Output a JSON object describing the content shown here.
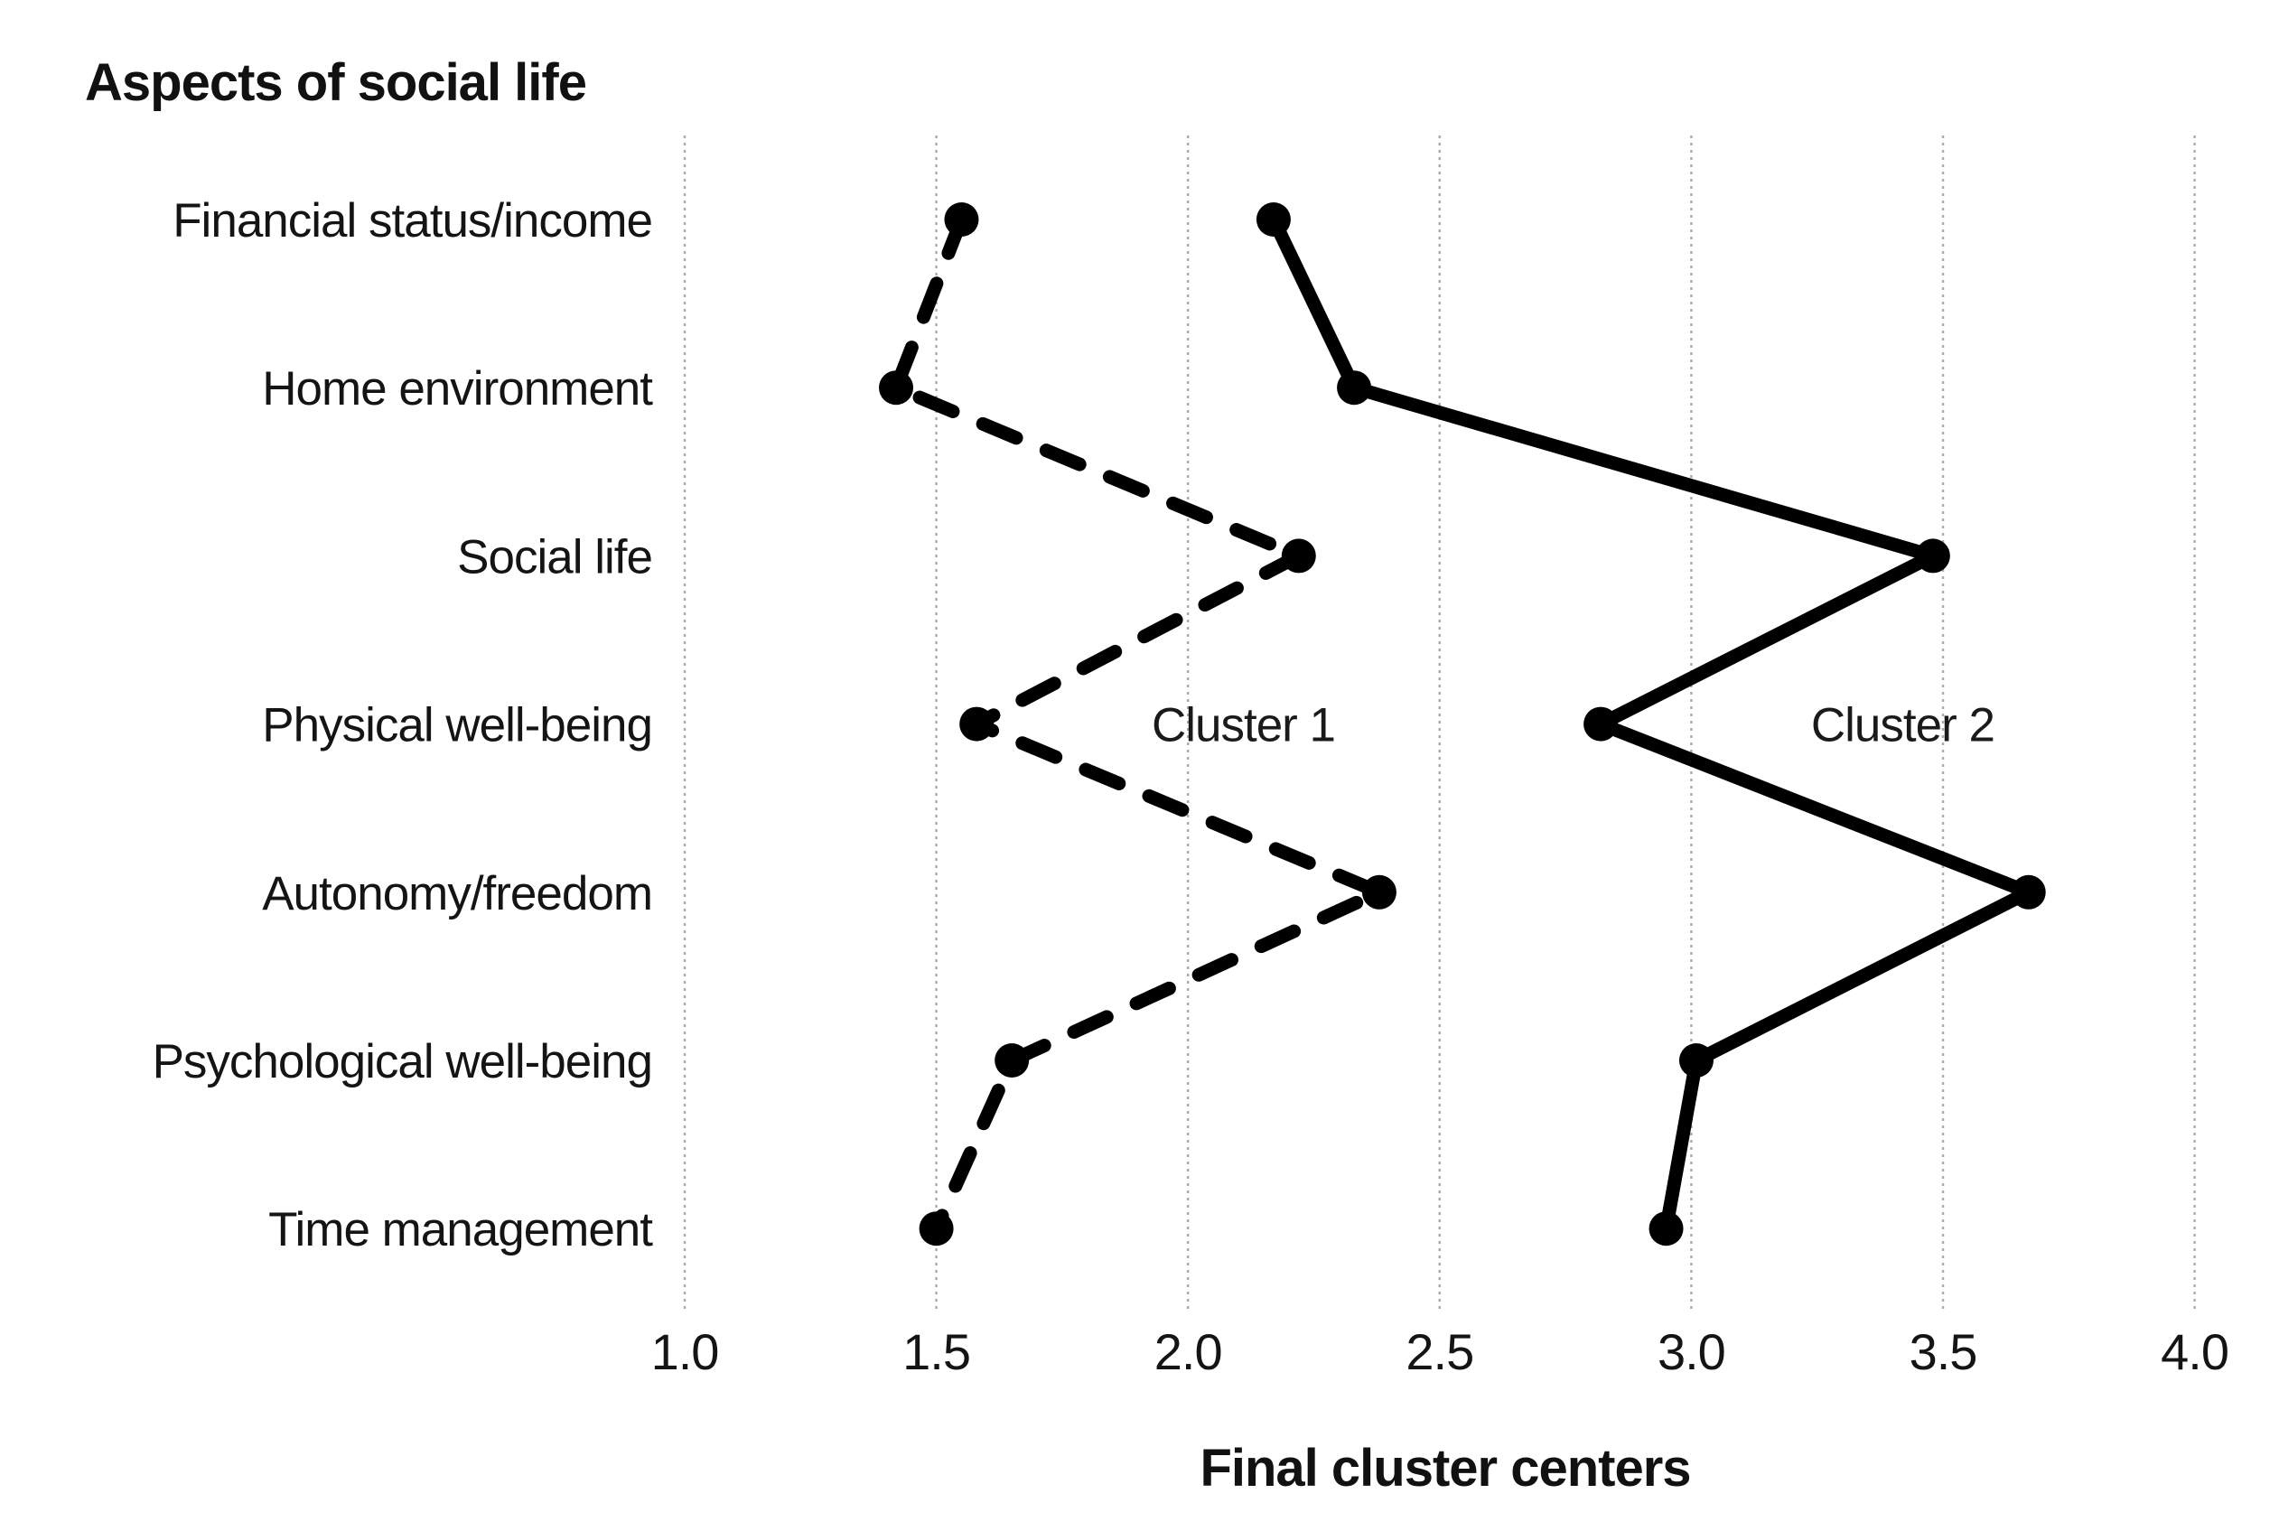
{
  "chart_data": {
    "type": "line",
    "orientation": "horizontal-categories",
    "ylabel": "Aspects of social life",
    "xlabel": "Final cluster centers",
    "categories": [
      "Financial status/income",
      "Home environment",
      "Social life",
      "Physical well-being",
      "Autonomy/freedom",
      "Psychological well-being",
      "Time management"
    ],
    "series": [
      {
        "name": "Cluster 1",
        "style": "dashed",
        "values": [
          1.55,
          1.42,
          2.22,
          1.58,
          2.38,
          1.65,
          1.5
        ]
      },
      {
        "name": "Cluster 2",
        "style": "solid",
        "values": [
          2.17,
          2.33,
          3.48,
          2.82,
          3.67,
          3.01,
          2.95
        ]
      }
    ],
    "x_axis": {
      "min": 1.0,
      "max": 4.0,
      "ticks": [
        1.0,
        1.5,
        2.0,
        2.5,
        3.0,
        3.5,
        4.0
      ],
      "tick_labels": [
        "1.0",
        "1.5",
        "2.0",
        "2.5",
        "3.0",
        "3.5",
        "4.0"
      ],
      "gridlines": true
    },
    "annotations": [
      {
        "text": "Cluster 1",
        "x_value": 2.11,
        "row": 3
      },
      {
        "text": "Cluster 2",
        "x_value": 3.42,
        "row": 3
      }
    ],
    "colors": {
      "line": "#000000",
      "gridline": "#ababab",
      "text": "#141414",
      "background": "#ffffff"
    },
    "legend": "inline-labels"
  }
}
